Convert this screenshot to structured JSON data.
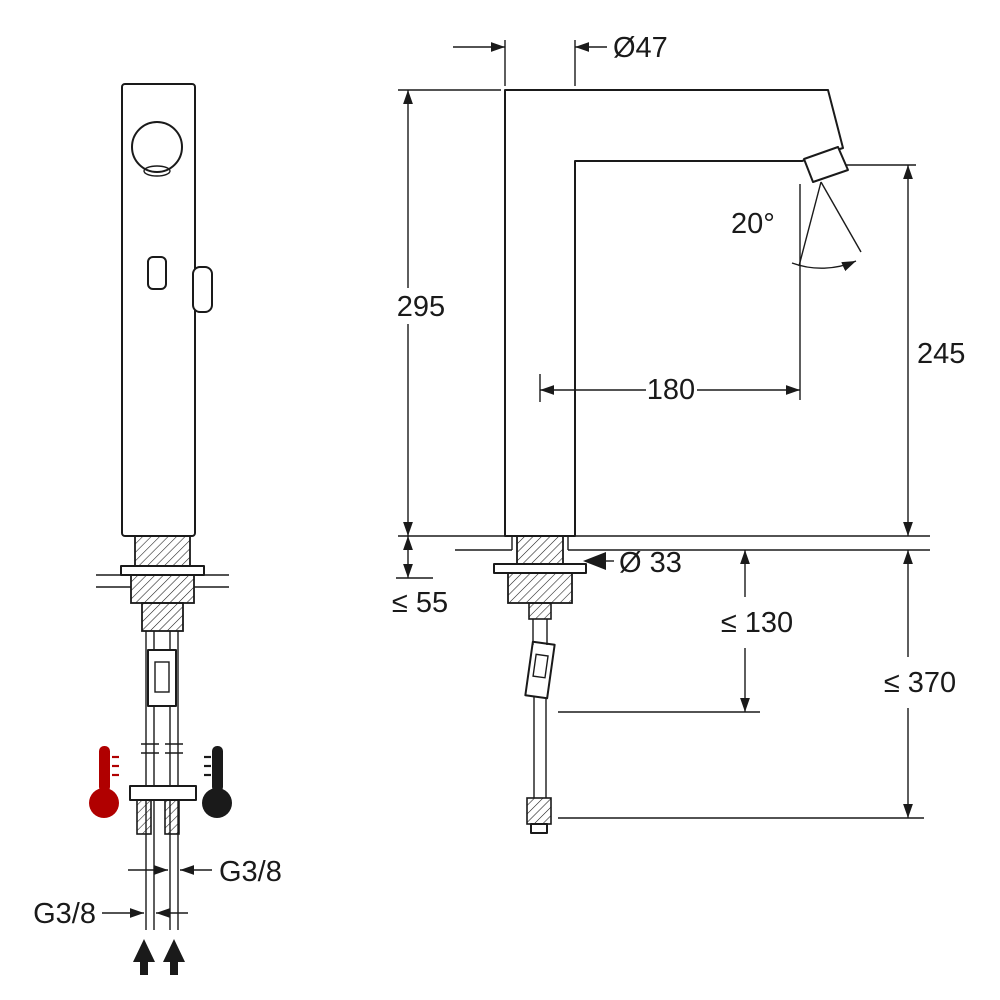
{
  "colors": {
    "line": "#1a1a1a",
    "hot_indicator": "#b00000",
    "cold_indicator": "#1a1a1a",
    "background": "#ffffff"
  },
  "drawing": {
    "type": "technical-dimension-drawing",
    "subject": "Tall single-hole basin faucet, front and side elevations with installation dimensions",
    "dimensions": {
      "spout_diameter": "Ø47",
      "body_height": "295",
      "spout_angle": "20°",
      "outlet_height": "245",
      "spout_reach": "180",
      "shank_diameter": "Ø 33",
      "max_deck_thickness": "≤ 55",
      "max_clearance_below": "≤ 130",
      "max_overall_below": "≤ 370",
      "supply_thread_right": "G3/8",
      "supply_thread_left": "G3/8"
    }
  }
}
